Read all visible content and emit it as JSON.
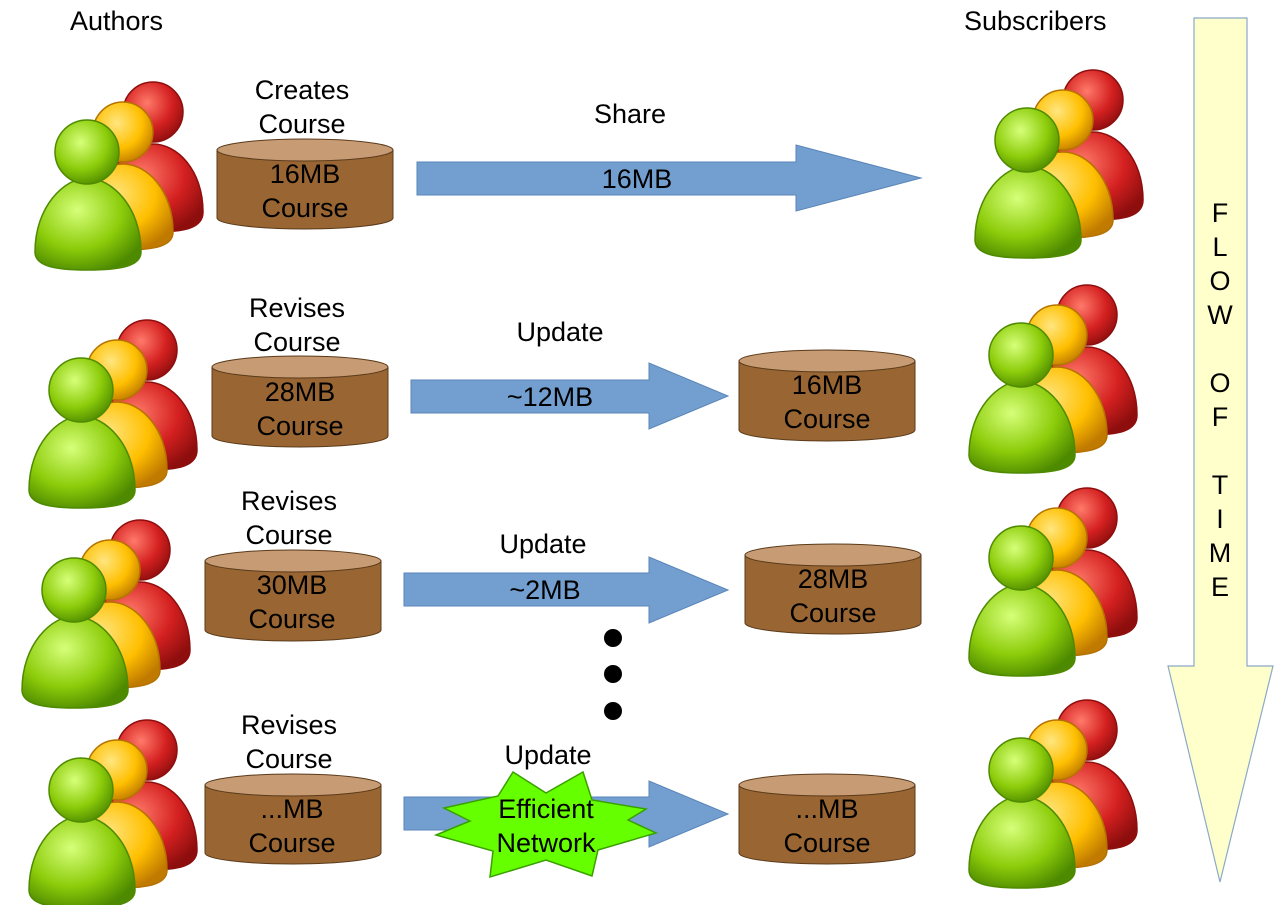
{
  "headers": {
    "authors": "Authors",
    "subscribers": "Subscribers"
  },
  "flow_label": "F\nL\nO\nW\n\nO\nF\n\nT\nI\nM\nE",
  "rows": [
    {
      "author_action": "Creates\nCourse",
      "author_db": "16MB\nCourse",
      "arrow_title": "Share",
      "arrow_text": "16MB",
      "subscriber_db": null
    },
    {
      "author_action": "Revises\nCourse",
      "author_db": "28MB\nCourse",
      "arrow_title": "Update",
      "arrow_text": "~12MB",
      "subscriber_db": "16MB\nCourse"
    },
    {
      "author_action": "Revises\nCourse",
      "author_db": "30MB\nCourse",
      "arrow_title": "Update",
      "arrow_text": "~2MB",
      "subscriber_db": "28MB\nCourse"
    },
    {
      "author_action": "Revises\nCourse",
      "author_db": "...MB\nCourse",
      "arrow_title": "Update",
      "arrow_text": null,
      "subscriber_db": "...MB\nCourse"
    }
  ],
  "network_label": "Efficient\nNetwork",
  "colors": {
    "arrow": "#729fcf",
    "db_body": "#996633",
    "db_top": "#c79b74",
    "person_red": "#d42020",
    "person_yellow": "#ffbf00",
    "person_green": "#8ccc0a",
    "time_arrow_fill": "#ffffcc",
    "network_star": "#66ff00"
  }
}
